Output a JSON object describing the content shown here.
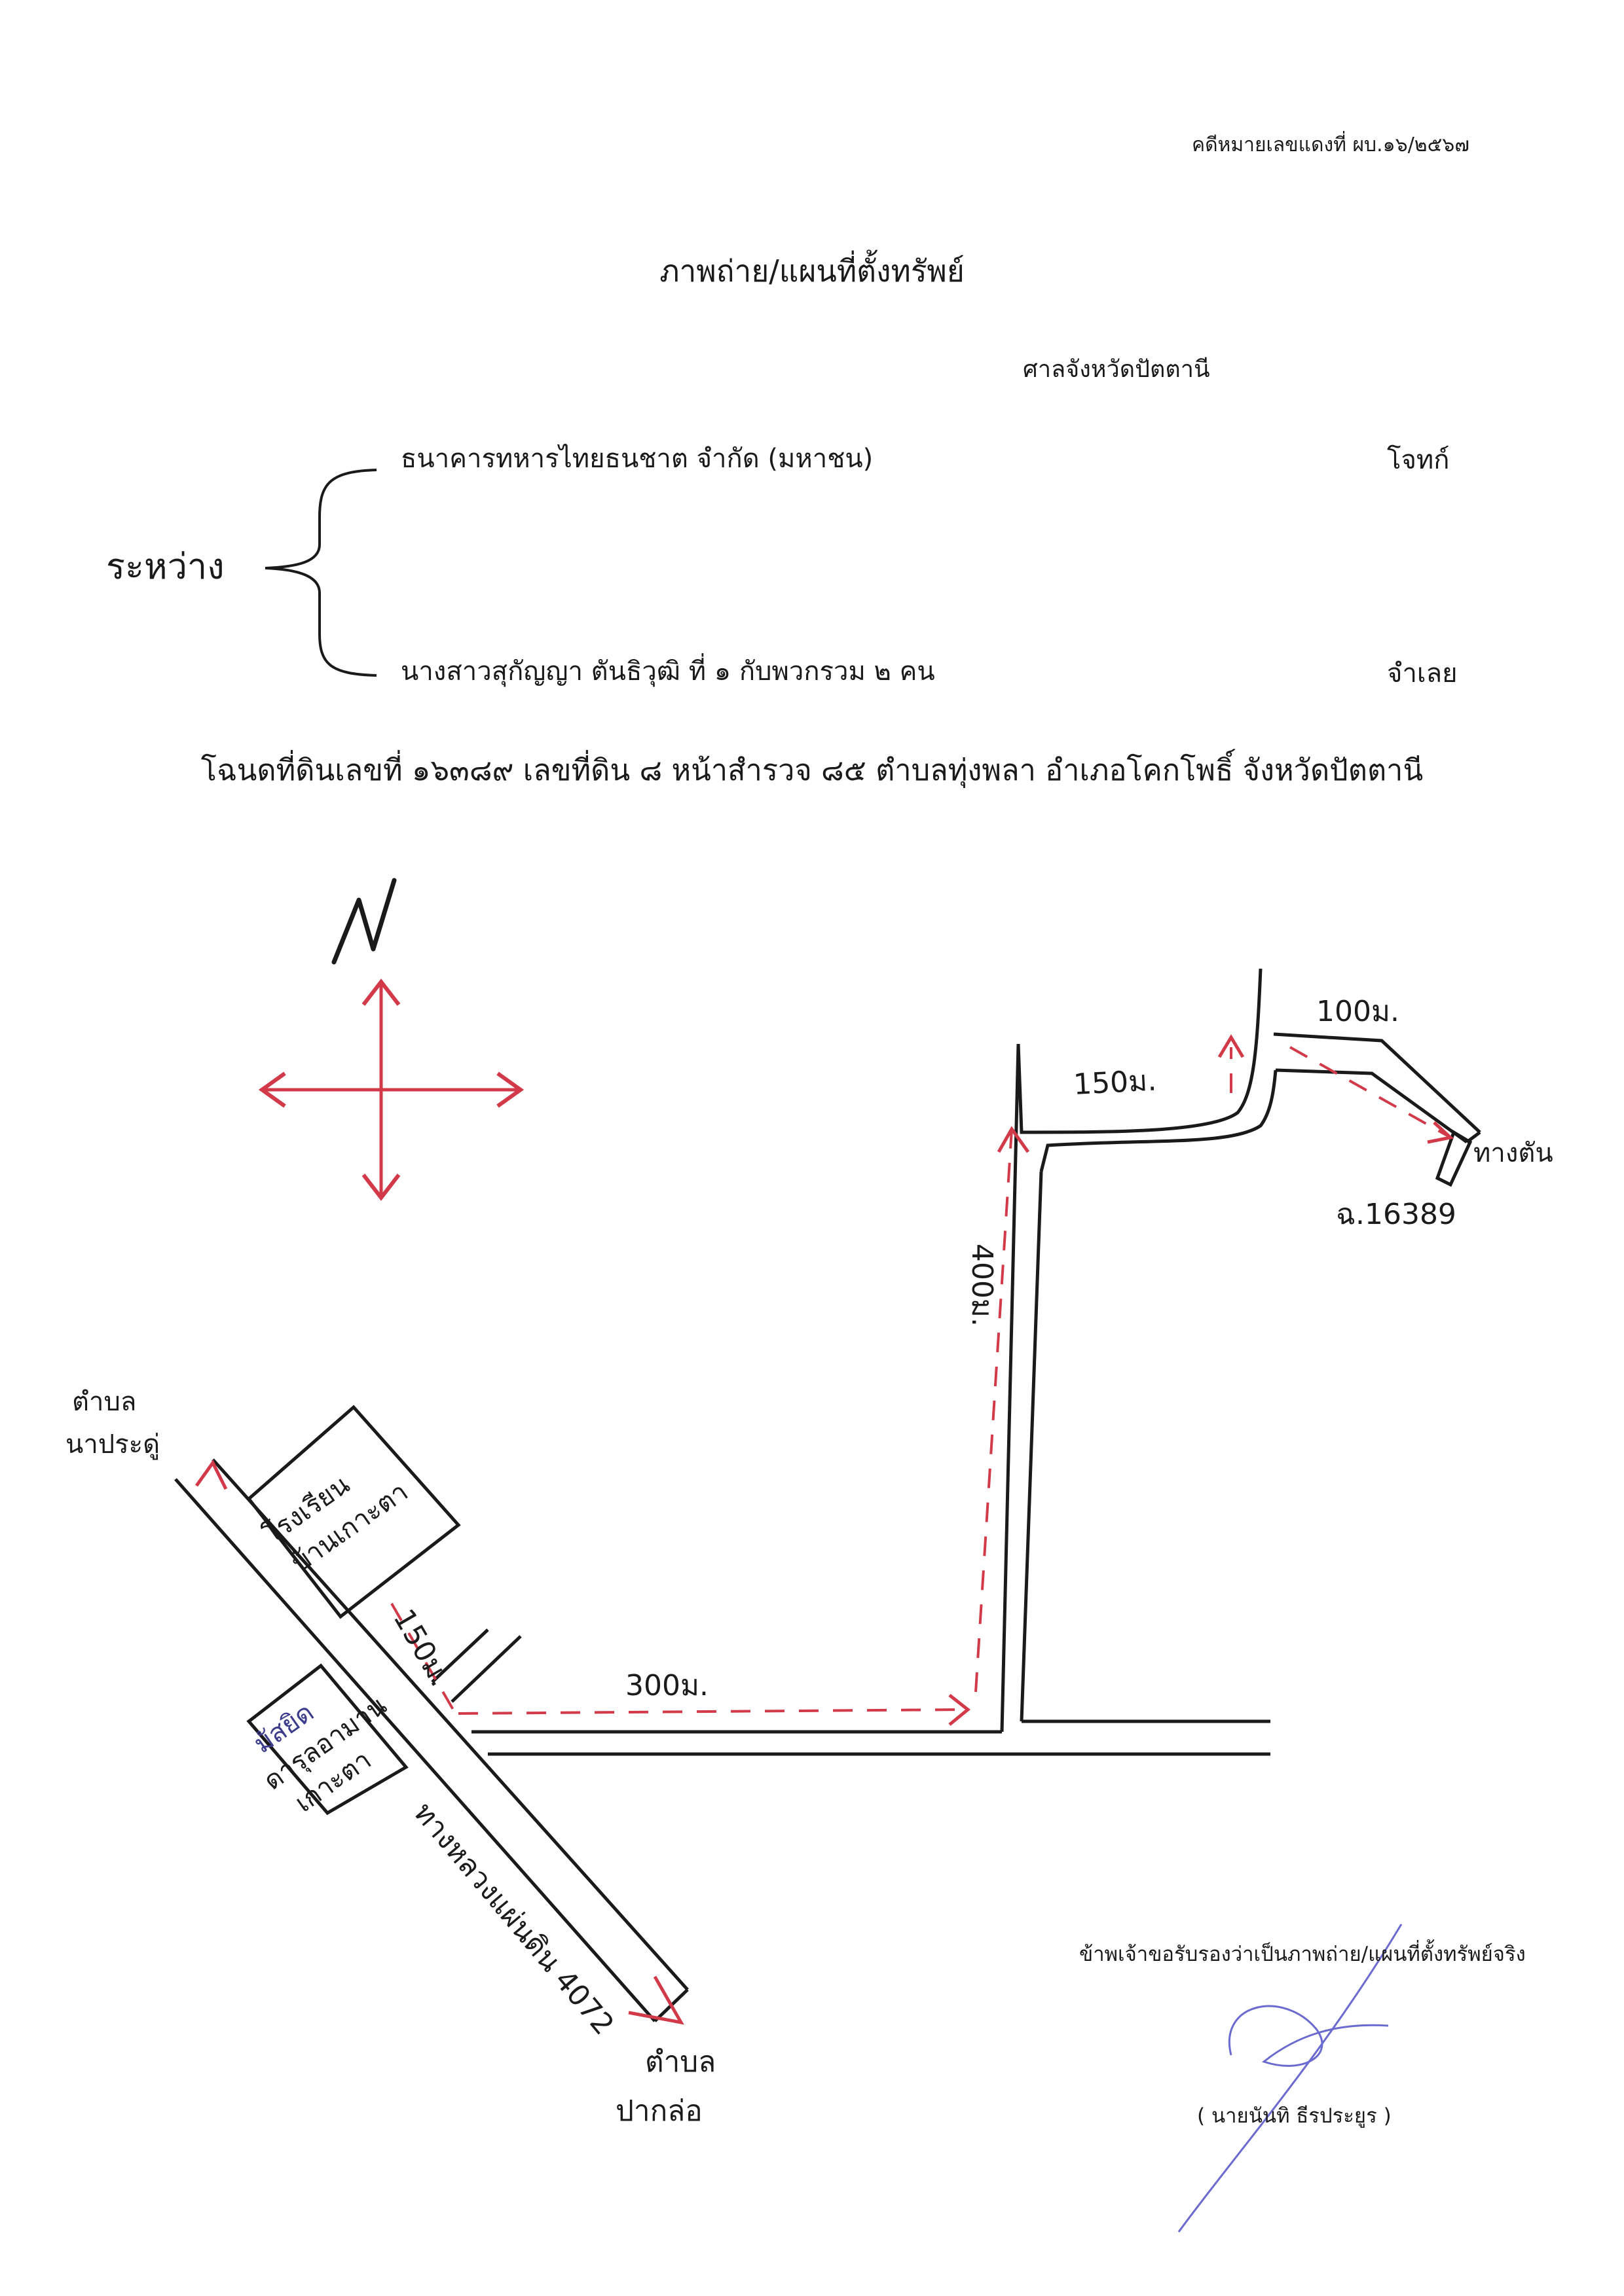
{
  "header": {
    "case_number": "คดีหมายเลขแดงที่ ผบ.๑๖/๒๕๖๗",
    "title": "ภาพถ่าย/แผนที่ตั้งทรัพย์",
    "court": "ศาลจังหวัดปัตตานี"
  },
  "parties": {
    "between_label": "ระหว่าง",
    "plaintiff_name": "ธนาคารทหารไทยธนชาต จำกัด (มหาชน)",
    "plaintiff_role": "โจทก์",
    "defendant_name": "นางสาวสุกัญญา ตันธิวุฒิ ที่ ๑ กับพวกรวม ๒ คน",
    "defendant_role": "จำเลย"
  },
  "deed_line": "โฉนดที่ดินเลขที่ ๑๖๓๘๙ เลขที่ดิน ๘ หน้าสำรวจ ๘๕ ตำบลทุ่งพลา อำเภอโคกโพธิ์ จังหวัดปัตตานี",
  "map": {
    "north_label": "N",
    "top_left_place": [
      "ตำบล",
      "นาประดู่"
    ],
    "school_label": [
      "โรงเรียน",
      "บ้านเกาะตา"
    ],
    "mosque_label": [
      "มัสยิด",
      "ดารุลอามาน",
      "เกาะตา"
    ],
    "road_label": "ทางหลวงแผ่นดิน 4072",
    "bottom_place": [
      "ตำบล",
      "ปากล่อ"
    ],
    "dist_150_a": "150ม.",
    "dist_300": "300ม.",
    "dist_400": "400ม.",
    "dist_150_b": "150ม.",
    "dist_100": "100ม.",
    "dead_end": "ทางตัน",
    "deed_ref": "ฉ.16389",
    "colors": {
      "ink": "#1a1a1a",
      "arrow": "#d23a4a",
      "signature": "#6a6ad0"
    }
  },
  "footer": {
    "certify": "ข้าพเจ้าขอรับรองว่าเป็นภาพถ่าย/แผนที่ตั้งทรัพย์จริง",
    "signer": "( นายนันทิ ธีรประยูร )"
  }
}
